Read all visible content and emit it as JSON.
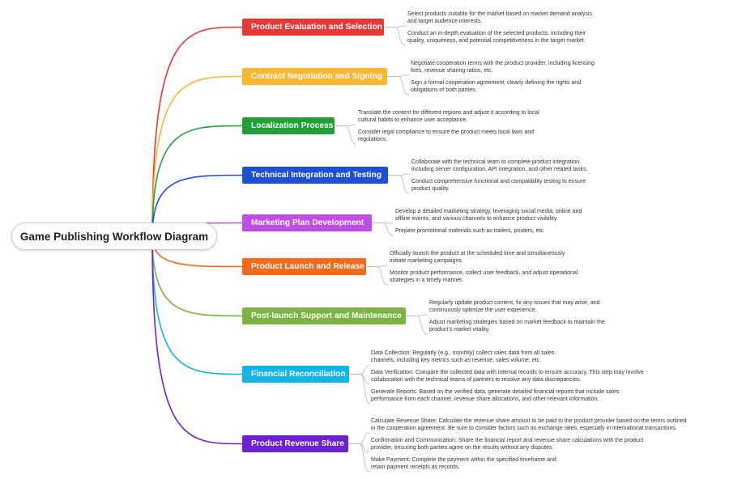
{
  "root": {
    "title": "Game Publishing Workflow Diagram"
  },
  "branches": [
    {
      "title": "Product Evaluation and Selection",
      "color": "#e53935",
      "details": [
        [
          "Select products suitable for the market based on market demand analysis",
          "and target audience interests."
        ],
        [
          "Conduct an in-depth evaluation of the selected products, including their",
          "quality, uniqueness, and potential competitiveness in the target market."
        ]
      ]
    },
    {
      "title": "Contract Negotiation and Signing",
      "color": "#fbb731",
      "details": [
        [
          "Negotiate cooperation terms with the product provider, including licensing",
          "fees, revenue sharing ratios, etc."
        ],
        [
          "Sign a formal cooperation agreement, clearly defining the rights and",
          "obligations of both parties."
        ]
      ]
    },
    {
      "title": "Localization Process",
      "color": "#21a038",
      "details": [
        [
          "Translate the content for different regions and adjust it according to local",
          "cultural habits to enhance user acceptance."
        ],
        [
          "Consider legal compliance to ensure the product meets local laws and",
          "regulations."
        ]
      ]
    },
    {
      "title": "Technical Integration and Testing",
      "color": "#1d4fd8",
      "details": [
        [
          "Collaborate with the technical team to complete product integration,",
          "including server configuration, API integration, and other related tasks."
        ],
        [
          "Conduct comprehensive functional and compatibility testing to ensure",
          "product quality."
        ]
      ]
    },
    {
      "title": "Marketing Plan Development",
      "color": "#c04ee6",
      "details": [
        [
          "Develop a detailed marketing strategy, leveraging social media, online and",
          "offline events, and various channels to enhance product visibility."
        ],
        [
          "Prepare promotional materials such as trailers, posters, etc."
        ]
      ]
    },
    {
      "title": "Product Launch and Release",
      "color": "#f26b1d",
      "details": [
        [
          "Officially launch the product at the scheduled time and simultaneously",
          "initiate marketing campaigns."
        ],
        [
          "Monitor product performance, collect user feedback, and adjust operational",
          "strategies in a timely manner."
        ]
      ]
    },
    {
      "title": "Post-launch Support and Maintenance",
      "color": "#7cb342",
      "details": [
        [
          "Regularly update product content, fix any issues that may arise, and",
          "continuously optimize the user experience."
        ],
        [
          "Adjust marketing strategies based on market feedback to maintain the",
          "product’s market vitality."
        ]
      ]
    },
    {
      "title": "Financial Reconciliation",
      "color": "#12b5e6",
      "details": [
        [
          "Data Collection: Regularly (e.g., monthly) collect sales data from all sales",
          "channels, including key metrics such as revenue, sales volume, etc."
        ],
        [
          "Data Verification: Compare the collected data with internal records to ensure accuracy. This step may involve",
          "collaboration with the technical teams of partners to resolve any data discrepancies."
        ],
        [
          "Generate Reports: Based on the verified data, generate detailed financial reports that include sales",
          "performance from each channel, revenue share allocations, and other relevant information."
        ]
      ]
    },
    {
      "title": "Product Revenue Share",
      "color": "#6b21d1",
      "details": [
        [
          "Calculate Revenue Share: Calculate the revenue share amount to be paid to the product provider based on the terms outlined",
          "in the cooperation agreement. Be sure to consider factors such as exchange rates, especially in international transactions."
        ],
        [
          "Confirmation and Communication: Share the financial report and revenue share calculations with the product",
          "provider, ensuring both parties agree on the results without any disputes."
        ],
        [
          "Make Payment: Complete the payment within the specified timeframe and",
          "retain payment receipts as records."
        ]
      ]
    }
  ]
}
